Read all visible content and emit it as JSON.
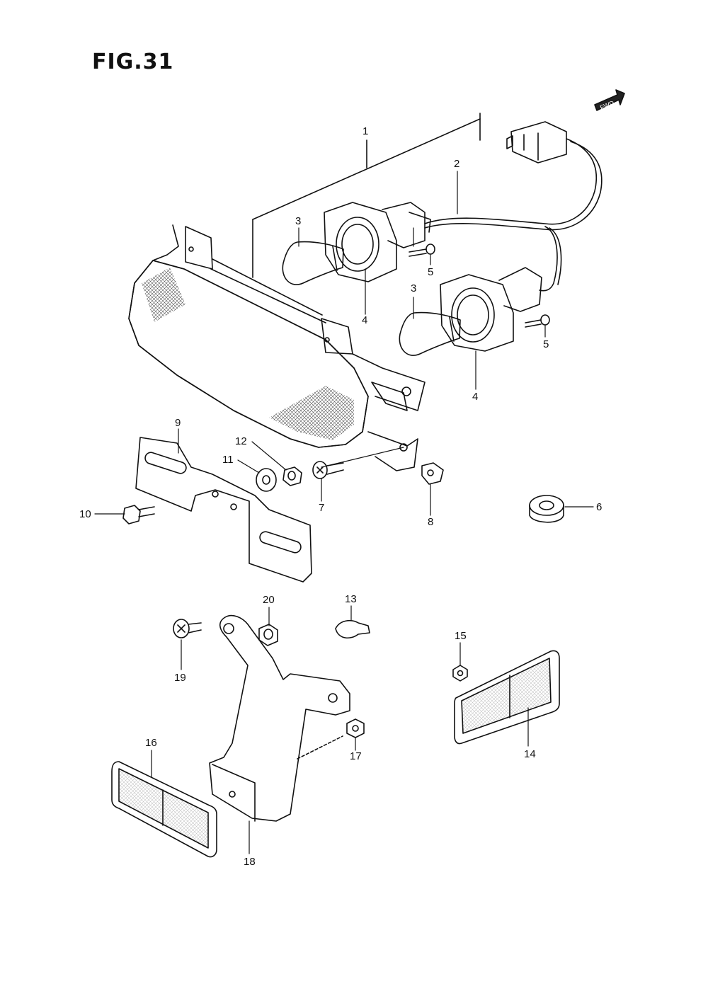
{
  "figure": {
    "title": "FIG.31"
  },
  "fwd": {
    "label": "FWD"
  },
  "callouts": [
    {
      "n": "1"
    },
    {
      "n": "2"
    },
    {
      "n": "3"
    },
    {
      "n": "3"
    },
    {
      "n": "4"
    },
    {
      "n": "4"
    },
    {
      "n": "5"
    },
    {
      "n": "5"
    },
    {
      "n": "6"
    },
    {
      "n": "7"
    },
    {
      "n": "8"
    },
    {
      "n": "9"
    },
    {
      "n": "10"
    },
    {
      "n": "11"
    },
    {
      "n": "12"
    },
    {
      "n": "13"
    },
    {
      "n": "14"
    },
    {
      "n": "15"
    },
    {
      "n": "16"
    },
    {
      "n": "17"
    },
    {
      "n": "18"
    },
    {
      "n": "19"
    },
    {
      "n": "20"
    }
  ]
}
